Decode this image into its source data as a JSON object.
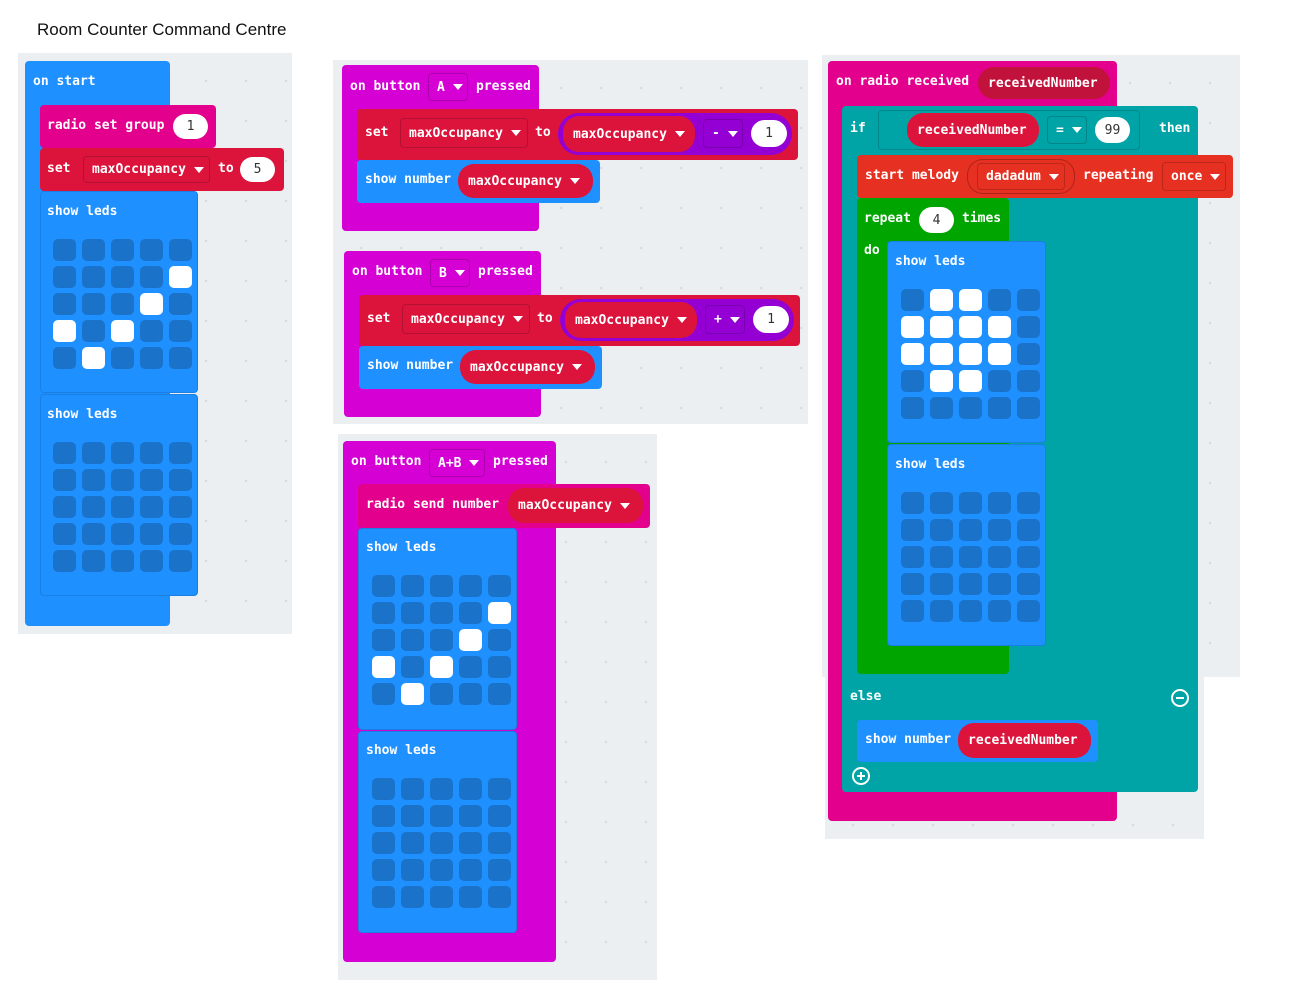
{
  "page_title": "Room Counter Command Centre",
  "on_start": {
    "hat": "on start",
    "radio_set_group": {
      "label": "radio set group",
      "value": "1"
    },
    "set_var": {
      "set": "set",
      "variable": "maxOccupancy",
      "to": "to",
      "value": "5"
    },
    "show_leds_1": {
      "label": "show leds",
      "grid": [
        [
          0,
          0,
          0,
          0,
          0
        ],
        [
          0,
          0,
          0,
          0,
          1
        ],
        [
          0,
          0,
          0,
          1,
          0
        ],
        [
          1,
          0,
          1,
          0,
          0
        ],
        [
          0,
          1,
          0,
          0,
          0
        ]
      ]
    },
    "show_leds_2": {
      "label": "show leds",
      "grid": [
        [
          0,
          0,
          0,
          0,
          0
        ],
        [
          0,
          0,
          0,
          0,
          0
        ],
        [
          0,
          0,
          0,
          0,
          0
        ],
        [
          0,
          0,
          0,
          0,
          0
        ],
        [
          0,
          0,
          0,
          0,
          0
        ]
      ]
    }
  },
  "button_a": {
    "on": "on button",
    "button": "A",
    "pressed": "pressed",
    "set": "set",
    "variable": "maxOccupancy",
    "to": "to",
    "operand_var": "maxOccupancy",
    "operator": "-",
    "operand_value": "1",
    "show_number": "show number",
    "show_var": "maxOccupancy"
  },
  "button_b": {
    "on": "on button",
    "button": "B",
    "pressed": "pressed",
    "set": "set",
    "variable": "maxOccupancy",
    "to": "to",
    "operand_var": "maxOccupancy",
    "operator": "+",
    "operand_value": "1",
    "show_number": "show number",
    "show_var": "maxOccupancy"
  },
  "button_ab": {
    "on": "on button",
    "button": "A+B",
    "pressed": "pressed",
    "radio_send": "radio send number",
    "send_var": "maxOccupancy",
    "show_leds_1": {
      "label": "show leds",
      "grid": [
        [
          0,
          0,
          0,
          0,
          0
        ],
        [
          0,
          0,
          0,
          0,
          1
        ],
        [
          0,
          0,
          0,
          1,
          0
        ],
        [
          1,
          0,
          1,
          0,
          0
        ],
        [
          0,
          1,
          0,
          0,
          0
        ]
      ]
    },
    "show_leds_2": {
      "label": "show leds",
      "grid": [
        [
          0,
          0,
          0,
          0,
          0
        ],
        [
          0,
          0,
          0,
          0,
          0
        ],
        [
          0,
          0,
          0,
          0,
          0
        ],
        [
          0,
          0,
          0,
          0,
          0
        ],
        [
          0,
          0,
          0,
          0,
          0
        ]
      ]
    }
  },
  "radio_received": {
    "hat": "on radio received",
    "param": "receivedNumber",
    "if": "if",
    "cond_var": "receivedNumber",
    "cond_op": "=",
    "cond_value": "99",
    "then": "then",
    "melody": {
      "start": "start melody",
      "name": "dadadum",
      "repeating": "repeating",
      "mode": "once"
    },
    "repeat": {
      "label": "repeat",
      "count": "4",
      "times": "times",
      "do": "do"
    },
    "show_leds_1": {
      "label": "show leds",
      "grid": [
        [
          0,
          1,
          1,
          0,
          0
        ],
        [
          1,
          1,
          1,
          1,
          0
        ],
        [
          1,
          1,
          1,
          1,
          0
        ],
        [
          0,
          1,
          1,
          0,
          0
        ],
        [
          0,
          0,
          0,
          0,
          0
        ]
      ]
    },
    "show_leds_2": {
      "label": "show leds",
      "grid": [
        [
          0,
          0,
          0,
          0,
          0
        ],
        [
          0,
          0,
          0,
          0,
          0
        ],
        [
          0,
          0,
          0,
          0,
          0
        ],
        [
          0,
          0,
          0,
          0,
          0
        ],
        [
          0,
          0,
          0,
          0,
          0
        ]
      ]
    },
    "else": "else",
    "else_show_number": "show number",
    "else_var": "receivedNumber"
  },
  "colors": {
    "basic_blue": "#1e90ff",
    "input_magenta": "#d400d4",
    "radio_pink": "#e3008c",
    "variable_red": "#dc143c",
    "math_purple": "#9400d3",
    "logic_teal": "#00a4a6",
    "music_orange": "#e63022",
    "loops_green": "#00a500",
    "workspace": "#eceff1"
  }
}
